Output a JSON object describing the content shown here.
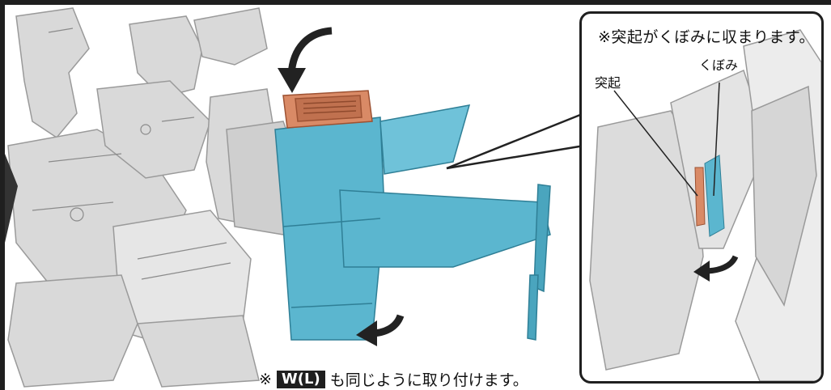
{
  "callout": {
    "title": "※突起がくぼみに収まります。",
    "label_hollow": "くぼみ",
    "label_protrusion": "突起"
  },
  "note": {
    "prefix": "※",
    "part_code": "W(L)",
    "text": "も同じように取り付けます。"
  },
  "colors": {
    "part_blue": "#5bb6cf",
    "part_orange": "#d98a66",
    "robot_gray": "#d4d4d4",
    "ink": "#1f1f1f"
  }
}
